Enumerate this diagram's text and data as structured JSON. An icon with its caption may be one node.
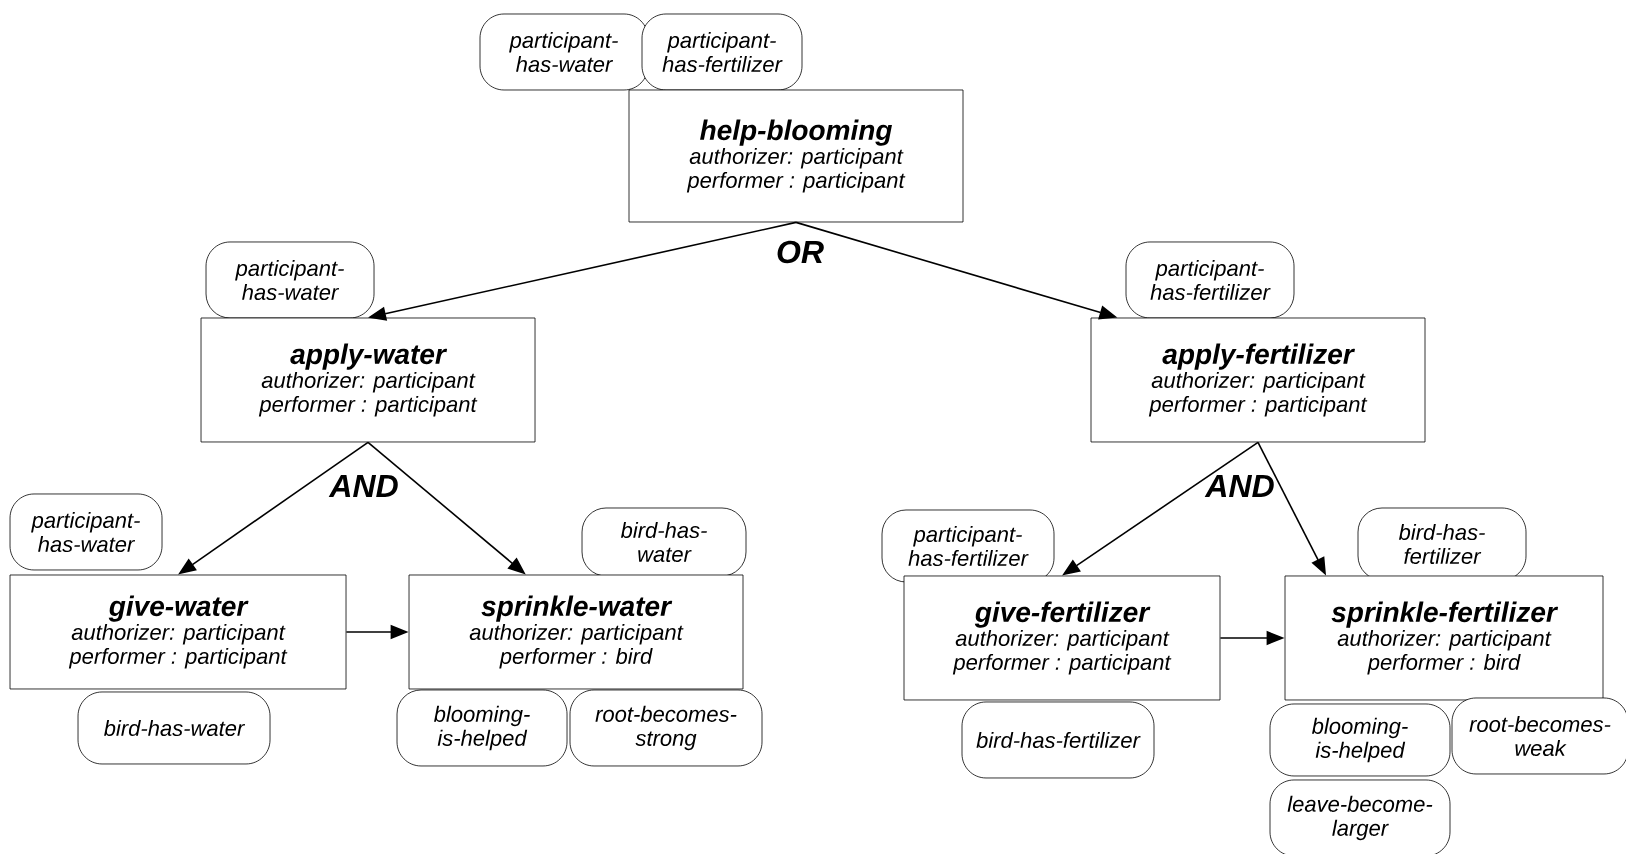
{
  "diagram": {
    "nodes": [
      {
        "text": [
          "participant-has-water"
        ]
      },
      {
        "text": [
          "participant-has-fertilizer"
        ]
      },
      {
        "text": [
          "help-blooming",
          "authorizer: participant",
          "performer : participant"
        ]
      },
      {
        "text": [
          "participant-has-water"
        ]
      },
      {
        "text": [
          "apply-water",
          "authorizer: participant",
          "performer : participant"
        ]
      },
      {
        "text": [
          "participant-has-fertilizer"
        ]
      },
      {
        "text": [
          "apply-fertilizer",
          "authorizer: participant",
          "performer : participant"
        ]
      },
      {
        "text": [
          "participant-has-water"
        ]
      },
      {
        "text": [
          "give-water",
          "authorizer: participant",
          "performer : participant"
        ]
      },
      {
        "text": [
          "bird-has-water"
        ]
      },
      {
        "text": [
          "sprinkle-water",
          "authorizer: participant",
          "performer : bird"
        ]
      },
      {
        "text": [
          "bird-has-water"
        ]
      },
      {
        "text": [
          "blooming-is-helped"
        ]
      },
      {
        "text": [
          "root-becomes-strong"
        ]
      },
      {
        "text": [
          "participant-has-fertilizer"
        ]
      },
      {
        "text": [
          "give-fertilizer",
          "authorizer: participant",
          "performer : participant"
        ]
      },
      {
        "text": [
          "bird-has-fertilizer"
        ]
      },
      {
        "text": [
          "sprinkle-fertilizer",
          "authorizer: participant",
          "performer : bird"
        ]
      },
      {
        "text": [
          "bird-has-fertilizer"
        ]
      },
      {
        "text": [
          "blooming-is-helped"
        ]
      },
      {
        "text": [
          "root-becomes-weak"
        ]
      },
      {
        "text": [
          "leave-become-larger"
        ]
      }
    ],
    "edges": [
      {
        "from": 2,
        "to": 4,
        "arrow": "to"
      },
      {
        "from": 2,
        "to": 6,
        "arrow": "to"
      },
      {
        "from": 4,
        "to": 8,
        "arrow": "to"
      },
      {
        "from": 4,
        "to": 10,
        "arrow": "to"
      },
      {
        "from": 8,
        "to": 10,
        "arrow": "to"
      },
      {
        "from": 6,
        "to": 15,
        "arrow": "to"
      },
      {
        "from": 6,
        "to": 17,
        "arrow": "to"
      },
      {
        "from": 15,
        "to": 17,
        "arrow": "to"
      }
    ],
    "labels": [
      "OR",
      "AND",
      "AND"
    ]
  }
}
